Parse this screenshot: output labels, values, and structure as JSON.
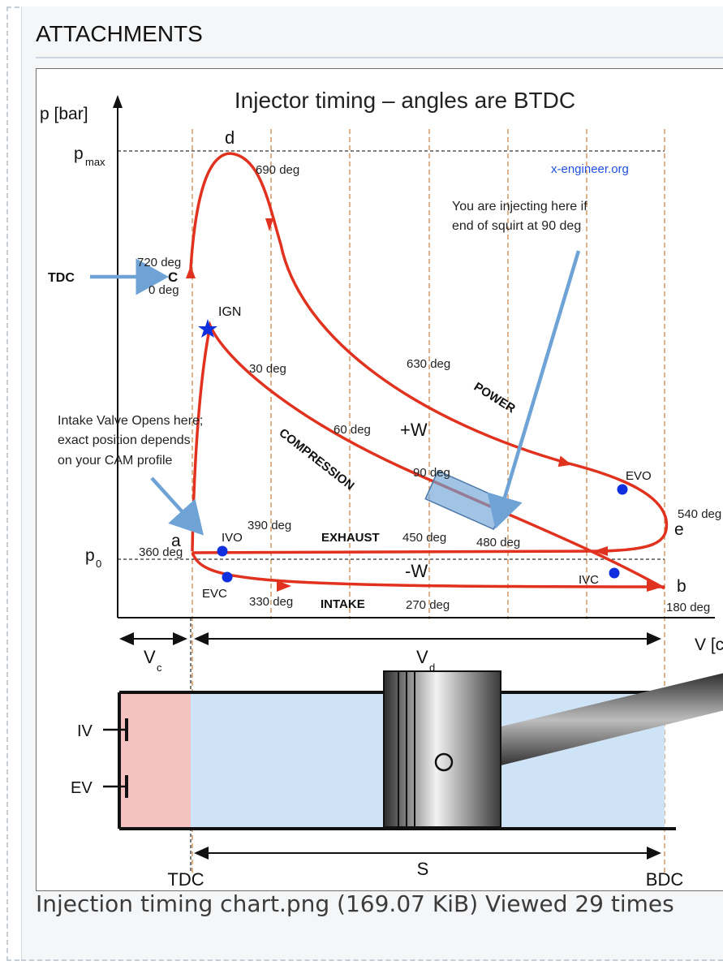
{
  "attachment": {
    "heading": "ATTACHMENTS",
    "caption": "Injection timing chart.png (169.07 KiB) Viewed 29 times"
  },
  "diagram": {
    "title": "Injector timing – angles are BTDC",
    "y_axis": "p [bar]",
    "x_axis": "V [c",
    "pmax": "p",
    "pmax_sub": "max",
    "p0": "p",
    "p0_sub": "0",
    "watermark": "x-engineer.org",
    "points": {
      "a": "a",
      "b": "b",
      "c": "C",
      "d": "d",
      "e": "e"
    },
    "tdc_arrow_label": "TDC",
    "ign": "IGN",
    "angles": {
      "d690": "690 deg",
      "c720": "720 deg",
      "c0": "0 deg",
      "a30": "30 deg",
      "a60": "60 deg",
      "a90": "90 deg",
      "a630": "630 deg",
      "a540": "540 deg",
      "a390": "390 deg",
      "a450": "450 deg",
      "a480": "480 deg",
      "a360": "360 deg",
      "a330": "330 deg",
      "a270": "270 deg",
      "a180": "180 deg"
    },
    "strokes": {
      "power": "POWER",
      "compression": "COMPRESSION",
      "exhaust": "EXHAUST",
      "intake": "INTAKE"
    },
    "work_pos": "+W",
    "work_neg": "-W",
    "valves": {
      "evo": "EVO",
      "ivo": "IVO",
      "evc": "EVC",
      "ivc": "IVC"
    },
    "note_injection": [
      "You are injecting here if",
      "end of squirt at 90 deg"
    ],
    "note_intake": [
      "Intake Valve Opens here;",
      "exact position depends",
      "on your CAM profile"
    ],
    "vc": "V",
    "vc_sub": "c",
    "vd": "V",
    "vd_sub": "d",
    "iv": "IV",
    "ev": "EV",
    "stroke": "S",
    "tdc": "TDC",
    "bdc": "BDC",
    "colors": {
      "cycle": "#e0321e",
      "guide": "#c9894e",
      "arrow_blue": "#6fa3d6",
      "chamber": "#f5c2c2",
      "cylinder": "#cfe3f7",
      "valve_dot": "#1030e0"
    }
  }
}
